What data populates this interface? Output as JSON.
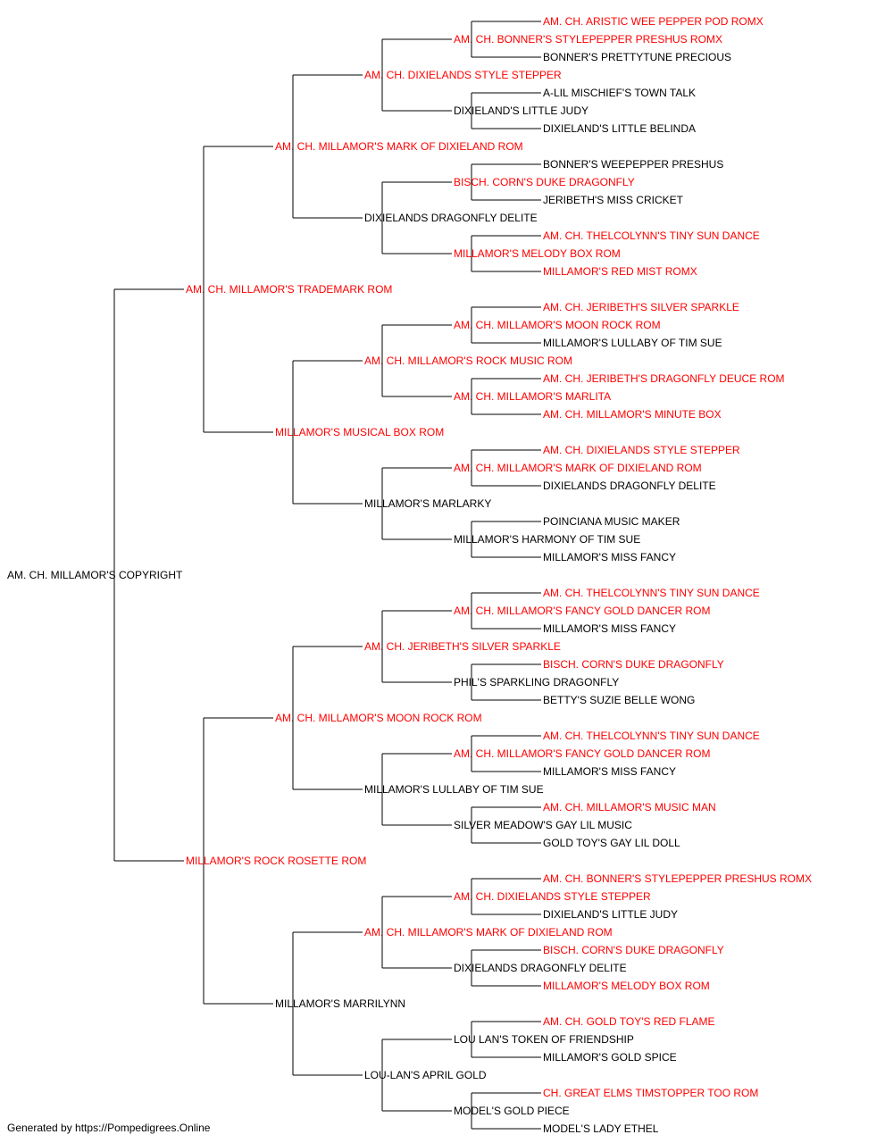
{
  "colors": {
    "champion": "#ff0000",
    "normal": "#000000",
    "line": "#000000"
  },
  "footer": {
    "text": "Generated by https://Pompedigrees.Online"
  },
  "pedigree": {
    "name": "AM. CH. MILLAMOR'S COPYRIGHT",
    "red": false,
    "sire": {
      "name": "AM. CH. MILLAMOR'S TRADEMARK ROM",
      "red": true,
      "sire": {
        "name": "AM. CH. MILLAMOR'S MARK OF DIXIELAND ROM",
        "red": true,
        "sire": {
          "name": "AM. CH. DIXIELANDS STYLE STEPPER",
          "red": true,
          "sire": {
            "name": "AM. CH. BONNER'S STYLEPEPPER PRESHUS ROMX",
            "red": true,
            "sire": {
              "name": "AM. CH. ARISTIC WEE PEPPER POD ROMX",
              "red": true
            },
            "dam": {
              "name": "BONNER'S PRETTYTUNE PRECIOUS",
              "red": false
            }
          },
          "dam": {
            "name": "DIXIELAND'S LITTLE JUDY",
            "red": false,
            "sire": {
              "name": "A-LIL MISCHIEF'S TOWN TALK",
              "red": false
            },
            "dam": {
              "name": "DIXIELAND'S LITTLE BELINDA",
              "red": false
            }
          }
        },
        "dam": {
          "name": "DIXIELANDS DRAGONFLY DELITE",
          "red": false,
          "sire": {
            "name": "BISCH. CORN'S DUKE DRAGONFLY",
            "red": true,
            "sire": {
              "name": "BONNER'S WEEPEPPER PRESHUS",
              "red": false
            },
            "dam": {
              "name": "JERIBETH'S MISS CRICKET",
              "red": false
            }
          },
          "dam": {
            "name": "MILLAMOR'S MELODY BOX ROM",
            "red": true,
            "sire": {
              "name": "AM. CH. THELCOLYNN'S TINY SUN DANCE",
              "red": true
            },
            "dam": {
              "name": "MILLAMOR'S RED MIST ROMX",
              "red": true
            }
          }
        }
      },
      "dam": {
        "name": "MILLAMOR'S MUSICAL BOX ROM",
        "red": true,
        "sire": {
          "name": "AM. CH. MILLAMOR'S ROCK MUSIC ROM",
          "red": true,
          "sire": {
            "name": "AM. CH. MILLAMOR'S MOON ROCK ROM",
            "red": true,
            "sire": {
              "name": "AM. CH. JERIBETH'S SILVER SPARKLE",
              "red": true
            },
            "dam": {
              "name": "MILLAMOR'S LULLABY OF TIM SUE",
              "red": false
            }
          },
          "dam": {
            "name": "AM. CH. MILLAMOR'S MARLITA",
            "red": true,
            "sire": {
              "name": "AM. CH. JERIBETH'S DRAGONFLY DEUCE ROM",
              "red": true
            },
            "dam": {
              "name": "AM. CH. MILLAMOR'S MINUTE BOX",
              "red": true
            }
          }
        },
        "dam": {
          "name": "MILLAMOR'S MARLARKY",
          "red": false,
          "sire": {
            "name": "AM. CH. MILLAMOR'S MARK OF DIXIELAND ROM",
            "red": true,
            "sire": {
              "name": "AM. CH. DIXIELANDS STYLE STEPPER",
              "red": true
            },
            "dam": {
              "name": "DIXIELANDS DRAGONFLY DELITE",
              "red": false
            }
          },
          "dam": {
            "name": "MILLAMOR'S HARMONY OF TIM SUE",
            "red": false,
            "sire": {
              "name": "POINCIANA MUSIC MAKER",
              "red": false
            },
            "dam": {
              "name": "MILLAMOR'S MISS FANCY",
              "red": false
            }
          }
        }
      }
    },
    "dam": {
      "name": "MILLAMOR'S ROCK ROSETTE ROM",
      "red": true,
      "sire": {
        "name": "AM. CH. MILLAMOR'S MOON ROCK ROM",
        "red": true,
        "sire": {
          "name": "AM. CH. JERIBETH'S SILVER SPARKLE",
          "red": true,
          "sire": {
            "name": "AM. CH. MILLAMOR'S FANCY GOLD DANCER ROM",
            "red": true,
            "sire": {
              "name": "AM. CH. THELCOLYNN'S TINY SUN DANCE",
              "red": true
            },
            "dam": {
              "name": "MILLAMOR'S MISS FANCY",
              "red": false
            }
          },
          "dam": {
            "name": "PHIL'S SPARKLING DRAGONFLY",
            "red": false,
            "sire": {
              "name": "BISCH. CORN'S DUKE DRAGONFLY",
              "red": true
            },
            "dam": {
              "name": "BETTY'S SUZIE BELLE WONG",
              "red": false
            }
          }
        },
        "dam": {
          "name": "MILLAMOR'S LULLABY OF TIM SUE",
          "red": false,
          "sire": {
            "name": "AM. CH. MILLAMOR'S FANCY GOLD DANCER ROM",
            "red": true,
            "sire": {
              "name": "AM. CH. THELCOLYNN'S TINY SUN DANCE",
              "red": true
            },
            "dam": {
              "name": "MILLAMOR'S MISS FANCY",
              "red": false
            }
          },
          "dam": {
            "name": "SILVER MEADOW'S GAY LIL MUSIC",
            "red": false,
            "sire": {
              "name": "AM. CH. MILLAMOR'S MUSIC MAN",
              "red": true
            },
            "dam": {
              "name": "GOLD TOY'S GAY LIL DOLL",
              "red": false
            }
          }
        }
      },
      "dam": {
        "name": "MILLAMOR'S MARRILYNN",
        "red": false,
        "sire": {
          "name": "AM. CH. MILLAMOR'S MARK OF DIXIELAND ROM",
          "red": true,
          "sire": {
            "name": "AM. CH. DIXIELANDS STYLE STEPPER",
            "red": true,
            "sire": {
              "name": "AM. CH. BONNER'S STYLEPEPPER PRESHUS ROMX",
              "red": true
            },
            "dam": {
              "name": "DIXIELAND'S LITTLE JUDY",
              "red": false
            }
          },
          "dam": {
            "name": "DIXIELANDS DRAGONFLY DELITE",
            "red": false,
            "sire": {
              "name": "BISCH. CORN'S DUKE DRAGONFLY",
              "red": true
            },
            "dam": {
              "name": "MILLAMOR'S MELODY BOX ROM",
              "red": true
            }
          }
        },
        "dam": {
          "name": "LOU-LAN'S APRIL GOLD",
          "red": false,
          "sire": {
            "name": "LOU LAN'S TOKEN OF FRIENDSHIP",
            "red": false,
            "sire": {
              "name": "AM. CH. GOLD TOY'S RED FLAME",
              "red": true
            },
            "dam": {
              "name": "MILLAMOR'S GOLD SPICE",
              "red": false
            }
          },
          "dam": {
            "name": "MODEL'S GOLD PIECE",
            "red": false,
            "sire": {
              "name": "CH. GREAT ELMS TIMSTOPPER TOO ROM",
              "red": true
            },
            "dam": {
              "name": "MODEL'S LADY ETHEL",
              "red": false
            }
          }
        }
      }
    }
  }
}
